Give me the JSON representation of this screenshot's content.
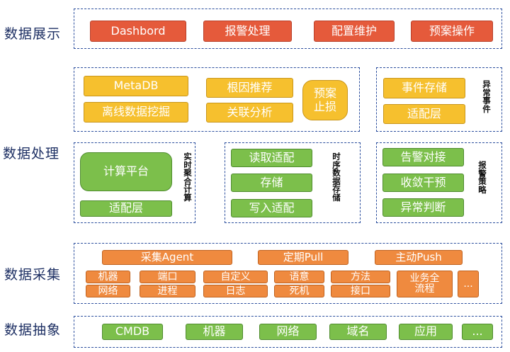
{
  "labels": {
    "display": "数据展示",
    "processing": "数据处理",
    "collection": "数据采集",
    "abstraction": "数据抽象"
  },
  "display_items": [
    "Dashbord",
    "报警处理",
    "配置维护",
    "预案操作"
  ],
  "analysis": {
    "metadb": "MetaDB",
    "offline_mining": "离线数据挖掘",
    "root_cause": "根因推荐",
    "correlation": "关联分析",
    "plan_stop": "预案止损"
  },
  "anomaly": {
    "title": "异常事件",
    "event_storage": "事件存储",
    "adapter": "适配层"
  },
  "realtime": {
    "title": "实时聚合计算",
    "platform": "计算平台",
    "adapter": "适配层"
  },
  "timeseries": {
    "title": "时序数据存储",
    "read_adapter": "读取适配",
    "storage": "存储",
    "write_adapter": "写入适配"
  },
  "alarm": {
    "title": "报警策略",
    "connect": "告警对接",
    "converge": "收敛干预",
    "judge": "异常判断"
  },
  "collection": {
    "agent": "采集Agent",
    "pull": "定期Pull",
    "push": "主动Push",
    "items": [
      {
        "top": "机器",
        "bottom": "网络"
      },
      {
        "top": "端口",
        "bottom": "进程"
      },
      {
        "top": "自定义",
        "bottom": "日志"
      },
      {
        "top": "语意",
        "bottom": "死机"
      },
      {
        "top": "方法",
        "bottom": "接口"
      },
      {
        "single": "业务全流程"
      },
      {
        "single": "..."
      }
    ]
  },
  "abstraction_items": [
    "CMDB",
    "机器",
    "网络",
    "域名",
    "应用",
    "..."
  ],
  "colors": {
    "frame": "#2c4f9e",
    "red": "#e55a3b",
    "yellow": "#f6c02e",
    "green": "#7cbf4b",
    "orange": "#ef8a3f"
  }
}
